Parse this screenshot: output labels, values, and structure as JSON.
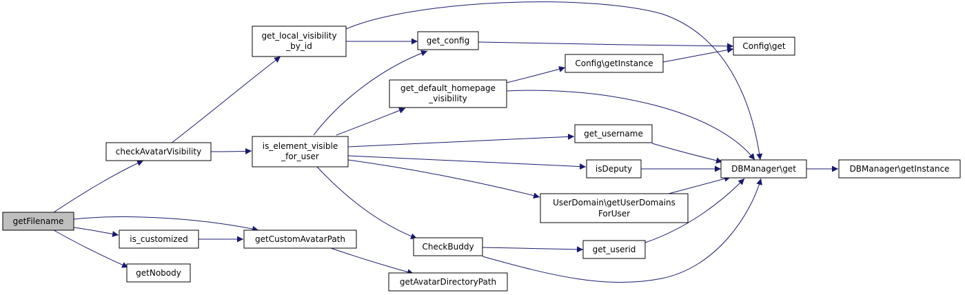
{
  "colors": {
    "edge": "#191970",
    "root_fill": "#bfbfbf",
    "node_fill": "#ffffff",
    "node_border": "#000000"
  },
  "nodes": {
    "getFilename": {
      "lines": [
        "getFilename"
      ]
    },
    "checkAvatarVisibility": {
      "lines": [
        "checkAvatarVisibility"
      ]
    },
    "is_customized": {
      "lines": [
        "is_customized"
      ]
    },
    "getNobody": {
      "lines": [
        "getNobody"
      ]
    },
    "get_local_visibility_by_id": {
      "lines": [
        "get_local_visibility",
        "_by_id"
      ]
    },
    "is_element_visible_for_user": {
      "lines": [
        "is_element_visible",
        "_for_user"
      ]
    },
    "getCustomAvatarPath": {
      "lines": [
        "getCustomAvatarPath"
      ]
    },
    "get_config": {
      "lines": [
        "get_config"
      ]
    },
    "get_default_homepage_visibility": {
      "lines": [
        "get_default_homepage",
        "_visibility"
      ]
    },
    "CheckBuddy": {
      "lines": [
        "CheckBuddy"
      ]
    },
    "getAvatarDirectoryPath": {
      "lines": [
        "getAvatarDirectoryPath"
      ]
    },
    "ConfigGetInstance": {
      "lines": [
        "Config\\getInstance"
      ]
    },
    "get_username": {
      "lines": [
        "get_username"
      ]
    },
    "isDeputy": {
      "lines": [
        "isDeputy"
      ]
    },
    "UserDomainGetUserDomainsForUser": {
      "lines": [
        "UserDomain\\getUserDomains",
        "ForUser"
      ]
    },
    "get_userid": {
      "lines": [
        "get_userid"
      ]
    },
    "ConfigGet": {
      "lines": [
        "Config\\get"
      ]
    },
    "DBManagerGet": {
      "lines": [
        "DBManager\\get"
      ]
    },
    "DBManagerGetInstance": {
      "lines": [
        "DBManager\\getInstance"
      ]
    }
  }
}
